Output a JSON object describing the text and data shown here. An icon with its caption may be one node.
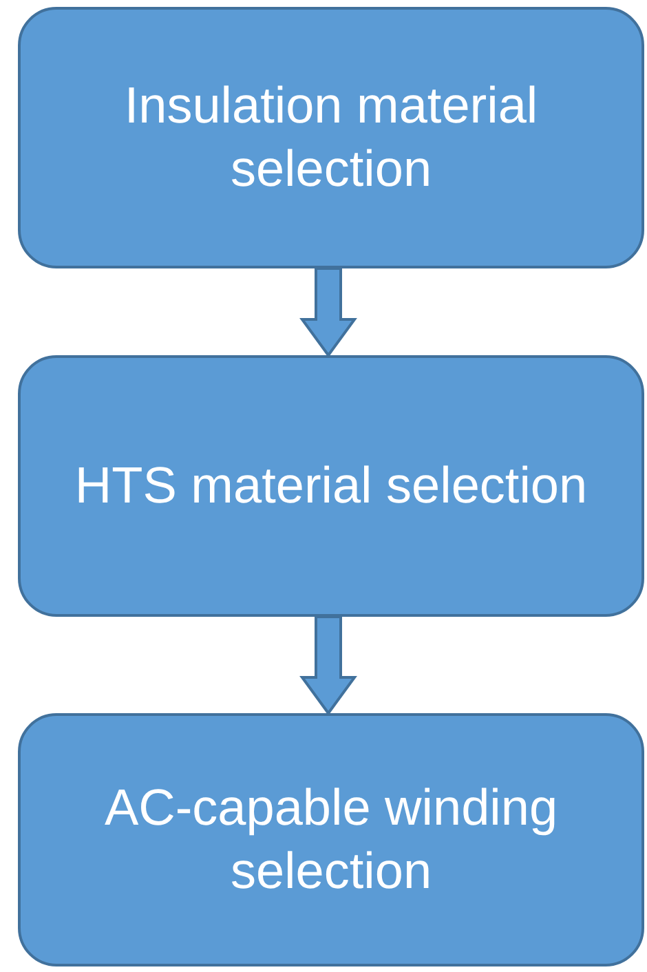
{
  "diagram": {
    "nodes": [
      {
        "text": [
          "Insulation material selection"
        ]
      },
      {
        "text": [
          "HTS material selection"
        ]
      },
      {
        "text": [
          "AC-capable winding selection"
        ]
      }
    ],
    "edges": [
      {
        "from": 0,
        "to": 1,
        "arrow": "to"
      },
      {
        "from": 1,
        "to": 2,
        "arrow": "to"
      }
    ]
  }
}
